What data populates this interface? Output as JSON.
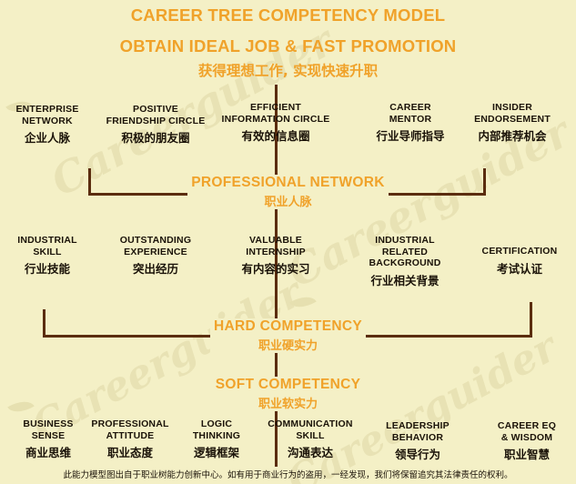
{
  "title": {
    "line1": "CAREER TREE COMPETENCY MODEL",
    "line2": "OBTAIN IDEAL JOB & FAST PROMOTION",
    "chinese": "获得理想工作, 实现快速升职"
  },
  "professional_network": {
    "heading_en": "PROFESSIONAL NETWORK",
    "heading_cn": "职业人脉",
    "items": [
      {
        "en": "ENTERPRISE\nNETWORK",
        "cn": "企业人脉"
      },
      {
        "en": "POSITIVE\nFRIENDSHIP CIRCLE",
        "cn": "积极的朋友圈"
      },
      {
        "en": "EFFICIENT\nINFORMATION CIRCLE",
        "cn": "有效的信息圈"
      },
      {
        "en": "CAREER\nMENTOR",
        "cn": "行业导师指导"
      },
      {
        "en": "INSIDER\nENDORSEMENT",
        "cn": "内部推荐机会"
      }
    ]
  },
  "hard_competency": {
    "heading_en": "HARD COMPETENCY",
    "heading_cn": "职业硬实力",
    "items": [
      {
        "en": "INDUSTRIAL\nSKILL",
        "cn": "行业技能"
      },
      {
        "en": "OUTSTANDING\nEXPERIENCE",
        "cn": "突出经历"
      },
      {
        "en": "VALUABLE\nINTERNSHIP",
        "cn": "有内容的实习"
      },
      {
        "en": "INDUSTRIAL\nRELATED BACKGROUND",
        "cn": "行业相关背景"
      },
      {
        "en": "CERTIFICATION",
        "cn": "考试认证"
      }
    ]
  },
  "soft_competency": {
    "heading_en": "SOFT COMPETENCY",
    "heading_cn": "职业软实力",
    "items": [
      {
        "en": "BUSINESS\nSENSE",
        "cn": "商业思维"
      },
      {
        "en": "PROFESSIONAL\nATTITUDE",
        "cn": "职业态度"
      },
      {
        "en": "LOGIC\nTHINKING",
        "cn": "逻辑框架"
      },
      {
        "en": "COMMUNICATION\nSKILL",
        "cn": "沟通表达"
      },
      {
        "en": "LEADERSHIP\nBEHAVIOR",
        "cn": "领导行为"
      },
      {
        "en": "CAREER EQ\n& WISDOM",
        "cn": "职业智慧"
      }
    ]
  },
  "footer": "此能力模型图出自于职业树能力创新中心。如有用于商业行为的盗用，一经发现，我们将保留追究其法律责任的权利。",
  "colors": {
    "accent": "#f0a22a",
    "line": "#5b2d0f",
    "background": "#f4f0c6"
  }
}
